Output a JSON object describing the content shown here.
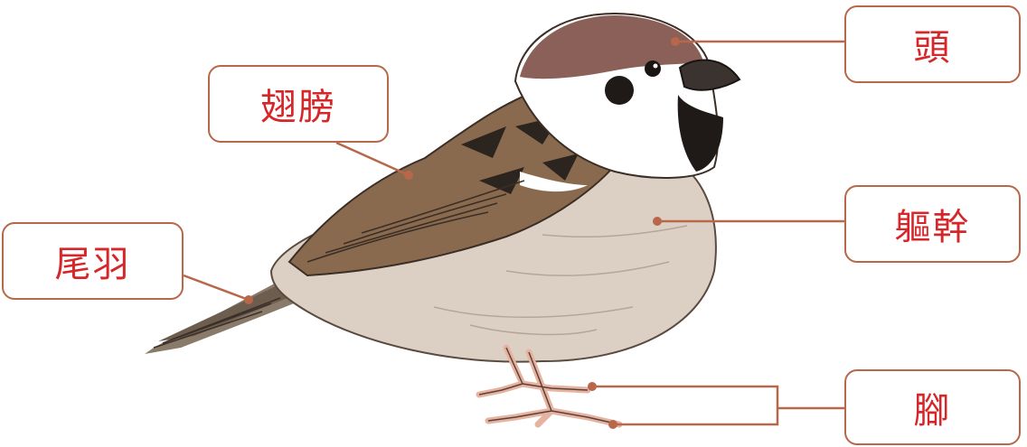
{
  "labels": {
    "head": "頭",
    "wing": "翅膀",
    "body": "軀幹",
    "tail": "尾羽",
    "feet": "腳"
  },
  "colors": {
    "label_text": "#d7262a",
    "box_border": "#b8674a",
    "leader_line": "#b8674a",
    "crown": "#8a6058",
    "back": "#8a6a4e",
    "belly": "#dcd0c4",
    "legs": "#e6b3a0"
  }
}
